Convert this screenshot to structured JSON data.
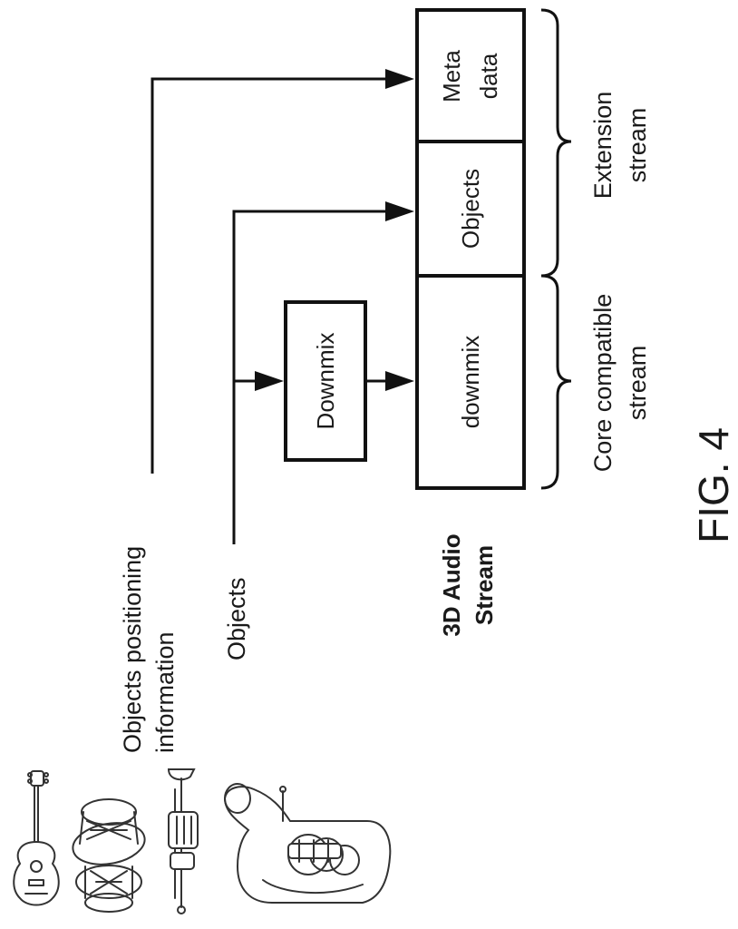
{
  "labels": {
    "positioning": [
      "Objects positioning",
      "information"
    ],
    "objects_input": "Objects",
    "downmix_box": "Downmix",
    "stream_title": [
      "3D Audio",
      "Stream"
    ],
    "stream_downmix": "downmix",
    "stream_objects": "Objects",
    "stream_metadata": [
      "Meta",
      "data"
    ],
    "core_brace": [
      "Core compatible",
      "stream"
    ],
    "extension_brace": [
      "Extension",
      "stream"
    ],
    "figure_caption": "FIG. 4"
  },
  "instruments": [
    "guitar-icon",
    "drums-icon",
    "trumpet-icon",
    "tuba-icon"
  ]
}
